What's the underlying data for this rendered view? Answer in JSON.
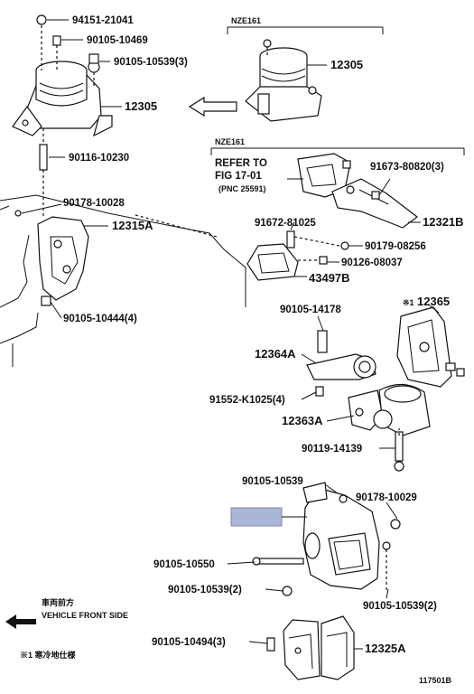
{
  "labels": {
    "p94151": "94151-21041",
    "p90105_10469": "90105-10469",
    "p90105_10539_3a": "90105-10539(3)",
    "p12305_left": "12305",
    "p90116": "90116-10230",
    "p90178_10028": "90178-10028",
    "p12315A": "12315A",
    "p90105_10444": "90105-10444(4)",
    "nze161_top": "NZE161",
    "p12305_right": "12305",
    "nze161_mid": "NZE161",
    "refer_line1": "REFER TO",
    "refer_line2": "FIG 17-01",
    "refer_line3": "(PNC 25591)",
    "p91673": "91673-80820(3)",
    "p12321B": "12321B",
    "p91672": "91672-81025",
    "p90179": "90179-08256",
    "p90126": "90126-08037",
    "p43497B": "43497B",
    "p90105_14178": "90105-14178",
    "note_mark": "※1",
    "p12365": "12365",
    "p12364A": "12364A",
    "p91552": "91552-K1025(4)",
    "p12363A": "12363A",
    "p90119": "90119-14139",
    "p90105_10539_b": "90105-10539",
    "p90178_10029": "90178-10029",
    "p90105_10550": "90105-10550",
    "p90105_10539_2a": "90105-10539(2)",
    "p90105_10539_2b": "90105-10539(2)",
    "p90105_10494": "90105-10494(3)",
    "p12325A": "12325A",
    "vehicle_jp": "車両前方",
    "vehicle_en": "VEHICLE FRONT SIDE",
    "footnote": "※1 寒冷地仕様",
    "diagram_id": "117501B"
  },
  "highlight_color": "#a9b6d8"
}
